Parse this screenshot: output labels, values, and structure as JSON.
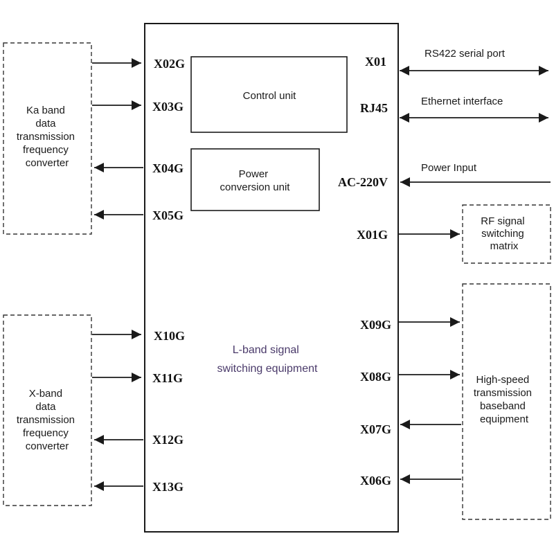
{
  "main_block": {
    "label_lines": [
      "L-band signal",
      "switching equipment"
    ]
  },
  "inner_units": {
    "control": {
      "label_lines": [
        "Control unit"
      ]
    },
    "power": {
      "label_lines": [
        "Power",
        "conversion unit"
      ]
    }
  },
  "external_blocks": {
    "ka_converter": {
      "label_lines": [
        "Ka band",
        "data",
        "transmission",
        "frequency",
        "converter"
      ]
    },
    "x_converter": {
      "label_lines": [
        "X-band",
        "data",
        "transmission",
        "frequency",
        "converter"
      ]
    },
    "rf_matrix": {
      "label_lines": [
        "RF signal",
        "switching",
        "matrix"
      ]
    },
    "baseband": {
      "label_lines": [
        "High-speed",
        "transmission",
        "baseband",
        "equipment"
      ]
    }
  },
  "ports": {
    "x02g": "X02G",
    "x03g": "X03G",
    "x04g": "X04G",
    "x05g": "X05G",
    "x10g": "X10G",
    "x11g": "X11G",
    "x12g": "X12G",
    "x13g": "X13G",
    "x01": "X01",
    "rj45": "RJ45",
    "ac220v": "AC-220V",
    "x01g": "X01G",
    "x09g": "X09G",
    "x08g": "X08G",
    "x07g": "X07G",
    "x06g": "X06G"
  },
  "interfaces": {
    "rs422": "RS422 serial port",
    "ethernet": "Ethernet interface",
    "power_input": "Power Input"
  },
  "colors": {
    "line": "#1a1a1a",
    "main_label": "#4a3a6a"
  }
}
